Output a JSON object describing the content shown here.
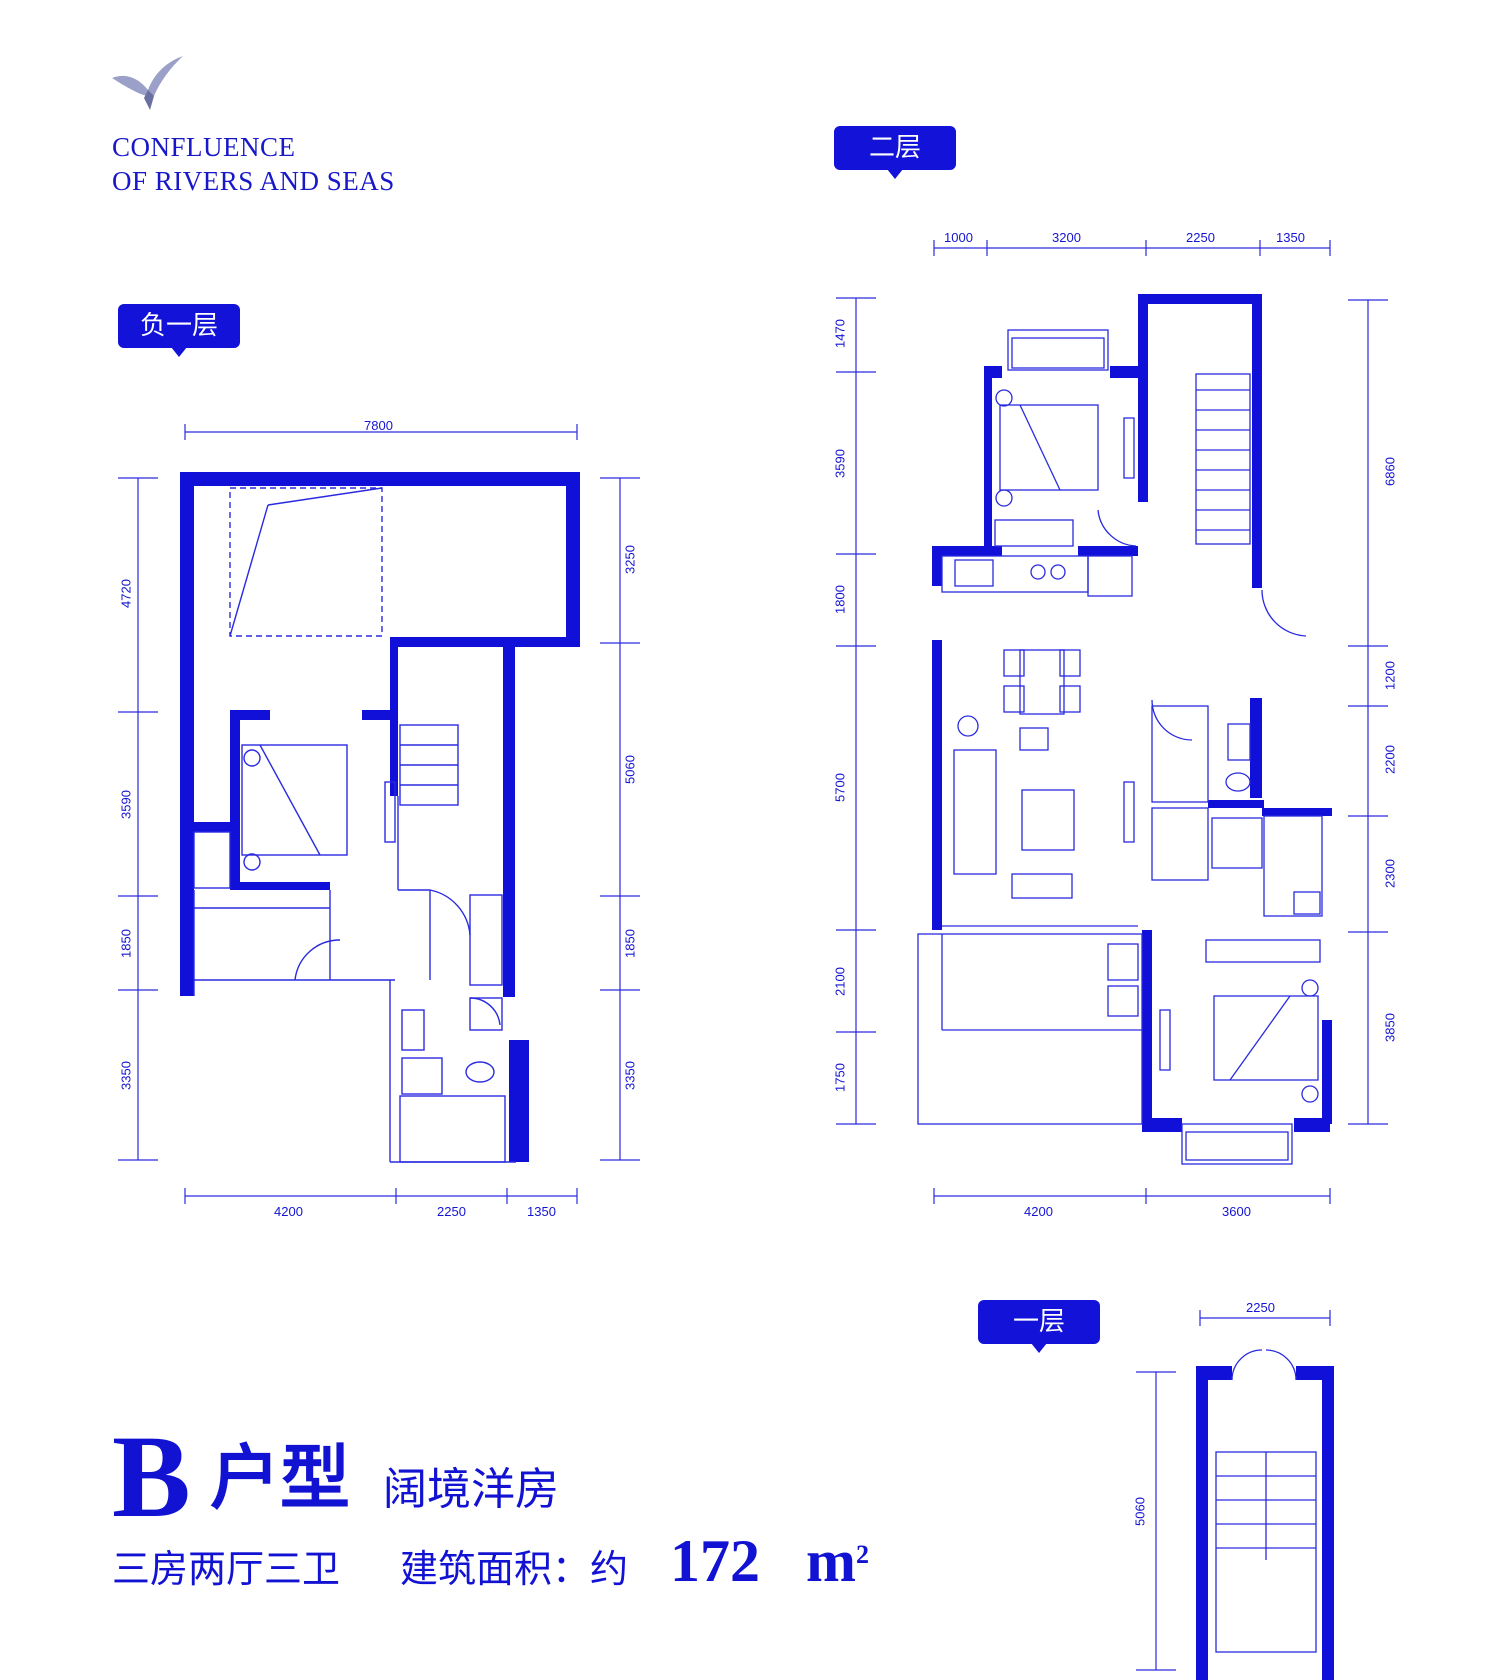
{
  "brand": {
    "line1": "CONFLUENCE",
    "line2": "OF RIVERS AND SEAS",
    "logo_icon": "seagull-icon",
    "color": "#1818c8"
  },
  "floors": {
    "basement": {
      "label": "负一层",
      "top_dims": [
        "7800"
      ],
      "bottom_dims": [
        "4200",
        "2250",
        "1350"
      ],
      "left_dims": [
        "4720",
        "3590",
        "1850",
        "3350"
      ],
      "right_dims": [
        "3250",
        "5060",
        "1850",
        "3350"
      ]
    },
    "second": {
      "label": "二层",
      "top_dims": [
        "1000",
        "3200",
        "2250",
        "1350"
      ],
      "bottom_dims": [
        "4200",
        "3600"
      ],
      "left_dims": [
        "1470",
        "3590",
        "1800",
        "5700",
        "2100",
        "1750"
      ],
      "right_dims": [
        "6860",
        "1200",
        "2200",
        "2300",
        "3850"
      ]
    },
    "first": {
      "label": "一层",
      "top_dims": [
        "2250"
      ],
      "left_dims": [
        "5060"
      ]
    }
  },
  "title_block": {
    "type_letter": "B",
    "type_suffix": "户型",
    "style": "阔境洋房",
    "rooms": "三房两厅三卫",
    "area_label": "建筑面积：约",
    "area_value": "172",
    "area_unit": "m",
    "area_exp": "2"
  },
  "colors": {
    "wall": "#1010d8",
    "line": "#2a2ae0",
    "tag_bg": "#1212d8"
  }
}
